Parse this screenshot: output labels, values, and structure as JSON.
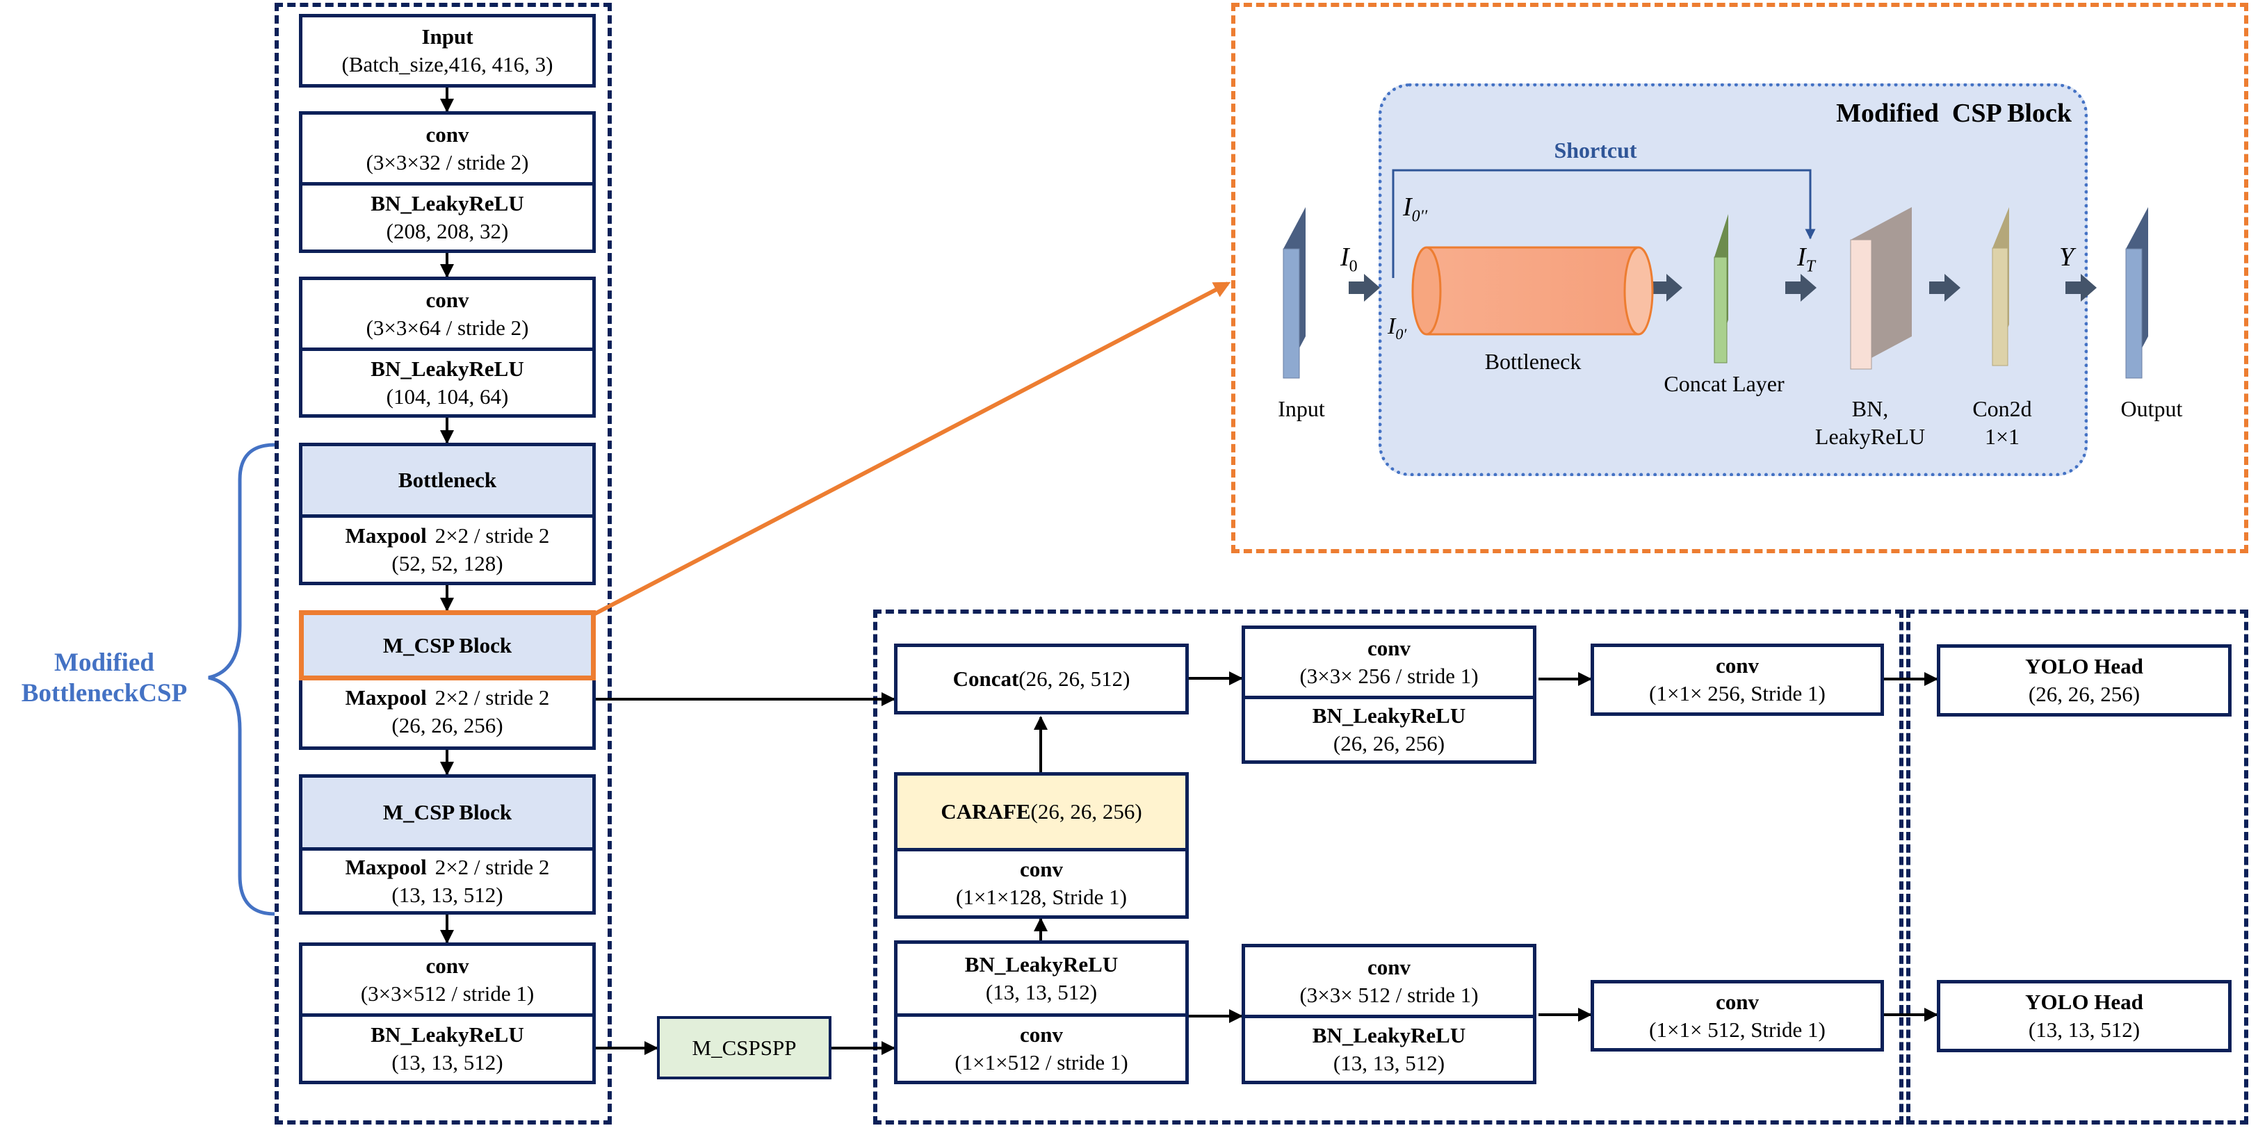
{
  "backbone": {
    "input": {
      "title": "Input",
      "value": "(Batch_size,416, 416, 3)"
    },
    "conv1": {
      "title": "conv",
      "value": "(3×3×32 / stride 2)"
    },
    "bn1": {
      "title": "BN_LeakyReLU",
      "value": "(208, 208, 32)"
    },
    "conv2": {
      "title": "conv",
      "value": "(3×3×64 / stride 2)"
    },
    "bn2": {
      "title": "BN_LeakyReLU",
      "value": "(104, 104, 64)"
    },
    "bottleneck": {
      "title": "Bottleneck"
    },
    "maxpool1": {
      "title": "Maxpool",
      "param": "2×2 / stride 2",
      "value": "(52, 52, 128)"
    },
    "mcsp1": {
      "title": "M_CSP Block"
    },
    "maxpool2": {
      "title": "Maxpool",
      "param": "2×2 / stride 2",
      "value": "(26, 26, 256)"
    },
    "mcsp2": {
      "title": "M_CSP Block"
    },
    "maxpool3": {
      "title": "Maxpool",
      "param": "2×2 / stride 2",
      "value": "(13, 13, 512)"
    },
    "conv3": {
      "title": "conv",
      "value": "(3×3×512 / stride 1)"
    },
    "bn3": {
      "title": "BN_LeakyReLU",
      "value": "(13, 13, 512)"
    }
  },
  "brace_label": {
    "line1": "Modified",
    "line2": "BottleneckCSP"
  },
  "mcspspp": {
    "label": "M_CSPSPP"
  },
  "neck": {
    "concat": {
      "title": "Concat",
      "value": "(26, 26, 512)"
    },
    "carafe": {
      "title": "CARAFE",
      "value": "(26, 26, 256)"
    },
    "conv_up": {
      "title": "conv",
      "value": "(1×1×128, Stride 1)"
    },
    "bn_low": {
      "title": "BN_LeakyReLU",
      "value": "(13, 13, 512)"
    },
    "conv_low": {
      "title": "conv",
      "value": "(1×1×512 / stride 1)"
    },
    "conv_mid_top": {
      "title": "conv",
      "value": "(3×3× 256 / stride 1)"
    },
    "bn_mid_top": {
      "title": "BN_LeakyReLU",
      "value": "(26, 26, 256)"
    },
    "conv_mid_bot": {
      "title": "conv",
      "value": "(3×3× 512 / stride 1)"
    },
    "bn_mid_bot": {
      "title": "BN_LeakyReLU",
      "value": "(13, 13, 512)"
    },
    "conv_right_top": {
      "title": "conv",
      "value": "(1×1× 256, Stride 1)"
    },
    "conv_right_bot": {
      "title": "conv",
      "value": "(1×1× 512, Stride 1)"
    }
  },
  "heads": {
    "top": {
      "title": "YOLO Head",
      "value": "(26, 26, 256)"
    },
    "bottom": {
      "title": "YOLO Head",
      "value": "(13, 13, 512)"
    }
  },
  "csp_detail": {
    "title": "Modified  CSP Block",
    "shortcut": "Shortcut",
    "input": "Input",
    "bottleneck": "Bottleneck",
    "concat_layer": "Concat Layer",
    "bn_line1": "BN,",
    "bn_line2": "LeakyReLU",
    "conv_line1": "Con2d",
    "conv_line2": "1×1",
    "output": "Output",
    "sym_i0": "I",
    "sym_i0_sub": "0",
    "sym_i0pp": "I",
    "sym_i0pp_sub": "0′′",
    "sym_i0p": "I",
    "sym_i0p_sub": "0′",
    "sym_it": "I",
    "sym_it_sub": "T",
    "sym_y": "Y"
  },
  "colors": {
    "navy": "#0b2058",
    "orange": "#ed7d31",
    "accent_blue": "#4472c4",
    "light_blue_fill": "#dae3f4",
    "yellow_fill": "#fff3cf",
    "green_fill": "#e2efda"
  }
}
